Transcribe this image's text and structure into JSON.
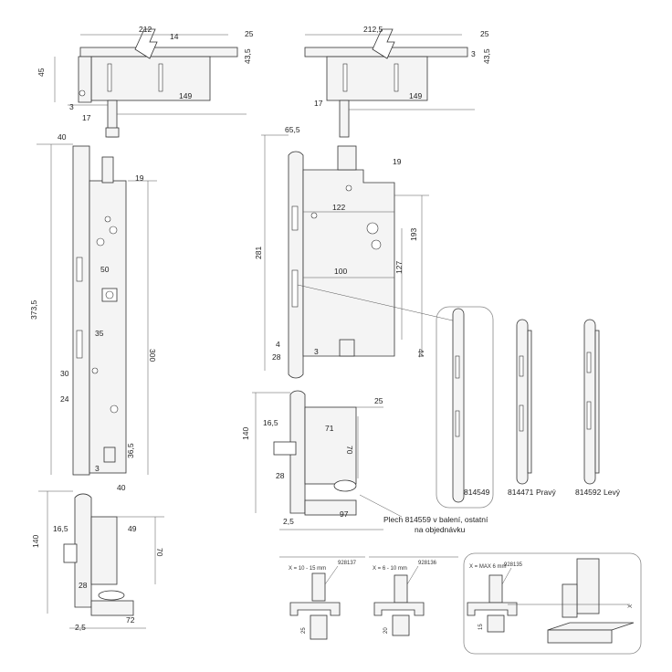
{
  "dims_left": {
    "top_width": "212",
    "top_d14": "14",
    "top_d25": "25",
    "top_h45": "45",
    "top_h43_5": "43,5",
    "top_d3": "3",
    "top_d17": "17",
    "top_d149": "149",
    "w40": "40",
    "d19": "19",
    "h373_5": "373,5",
    "d50": "50",
    "h300": "300",
    "d35": "35",
    "d30": "30",
    "d24": "24",
    "d36_5": "36,5",
    "d3b": "3",
    "d40b": "40",
    "b_h140": "140",
    "b_d16_5": "16,5",
    "b_d49": "49",
    "b_h70": "70",
    "b_d28": "28",
    "b_d2_5": "2,5",
    "b_d72": "72"
  },
  "dims_mid": {
    "top_width": "212,5",
    "top_d25": "25",
    "top_d3": "3",
    "top_h43_5": "43,5",
    "top_d17": "17",
    "top_d149": "149",
    "d65_5": "65,5",
    "d19": "19",
    "d122": "122",
    "h281": "281",
    "h193": "193",
    "d100": "100",
    "h127": "127",
    "d4": "4",
    "d28": "28",
    "d3": "3",
    "h44": "44",
    "b_d25": "25",
    "b_h140": "140",
    "b_d16_5": "16,5",
    "b_d71": "71",
    "b_h70": "70",
    "b_d28": "28",
    "b_d2_5": "2,5",
    "b_d97": "97"
  },
  "plates": [
    {
      "code": "814549",
      "suffix": ""
    },
    {
      "code": "814471",
      "suffix": "Pravý"
    },
    {
      "code": "814592",
      "suffix": "Levý"
    }
  ],
  "note_line1": "Plech 814559 v balení, ostatní",
  "note_line2": "na objednávku",
  "details": [
    {
      "range": "X = 10 - 15 mm",
      "code": "928137",
      "dim": "25"
    },
    {
      "range": "X = 6 - 10 mm",
      "code": "928136",
      "dim": "20"
    },
    {
      "range": "X = MAX 6 mm",
      "code": "928135",
      "dim": "15",
      "xmark": "X"
    }
  ]
}
